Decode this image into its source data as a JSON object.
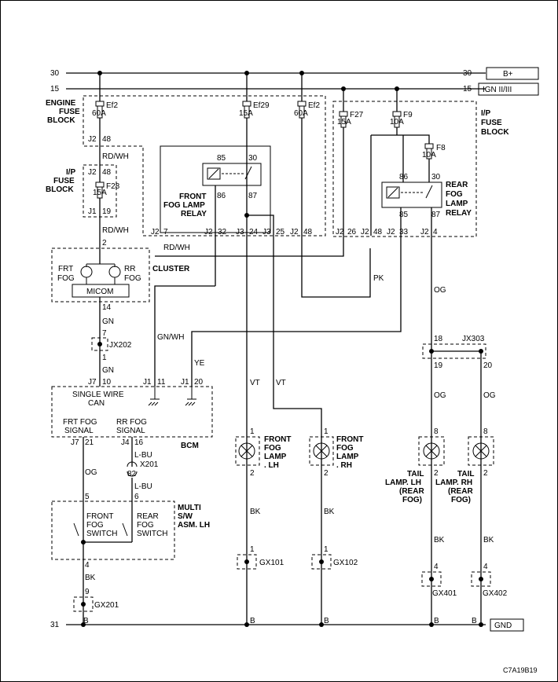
{
  "rails": {
    "r30_left": "30",
    "r30_right": "30",
    "r30_tag": "B+",
    "r15_left": "15",
    "r15_right": "15",
    "r15_tag": "IGN II/III",
    "r31_left": "31",
    "r31_tag": "GND"
  },
  "engine_fuse_block": {
    "title": [
      "ENGINE",
      "FUSE",
      "BLOCK"
    ],
    "ef2a_name": "Ef2",
    "ef2a_amp": "60A",
    "ef29_name": "Ef29",
    "ef29_amp": "15A",
    "ef2b_name": "Ef2",
    "ef2b_amp": "60A",
    "conn_j2": "J2",
    "conn_48": "48"
  },
  "ip_fuse_block_left": {
    "title": [
      "I/P",
      "FUSE",
      "BLOCK"
    ],
    "top_j2": "J2",
    "top_48": "48",
    "f28_name": "F28",
    "f28_amp": "15A",
    "bot_j1": "J1",
    "bot_19": "19"
  },
  "ip_fuse_block_right": {
    "title": [
      "I/P",
      "FUSE",
      "BLOCK"
    ],
    "f27_name": "F27",
    "f27_amp": "15A",
    "f9_name": "F9",
    "f9_amp": "10A",
    "f8_name": "F8",
    "f8_amp": "10A"
  },
  "front_relay": {
    "title": [
      "FRONT",
      "FOG LAMP",
      "RELAY"
    ],
    "p85": "85",
    "p30": "30",
    "p86": "86",
    "p87": "87"
  },
  "rear_relay": {
    "title": [
      "REAR",
      "FOG",
      "LAMP",
      "RELAY"
    ],
    "p86": "86",
    "p30": "30",
    "p85": "85",
    "p87": "87"
  },
  "bottom_connectors": {
    "j2_7_a": "J2",
    "j2_7_b": "7",
    "j2_32_a": "J2",
    "j2_32_b": "32",
    "j3_24_a": "J3",
    "j3_24_b": "24",
    "j3_25_a": "J3",
    "j3_25_b": "25",
    "j2_48_a": "J2",
    "j2_48_b": "48",
    "j2_26_a": "J2",
    "j2_26_b": "26",
    "j2_48r_a": "J2",
    "j2_48r_b": "48",
    "j2_33_a": "J2",
    "j2_33_b": "33",
    "j2_4_a": "J2",
    "j2_4_b": "4"
  },
  "wires": {
    "rdwh_1": "RD/WH",
    "rdwh_2": "RD/WH",
    "rdwh_3": "RD/WH",
    "gn_1": "GN",
    "gn_2": "GN",
    "gnwh": "GN/WH",
    "ye": "YE",
    "pk": "PK",
    "vt_1": "VT",
    "vt_2": "VT",
    "og_1": "OG",
    "og_2": "OG",
    "og_3": "OG",
    "og_4": "OG",
    "lbu_1": "L-BU",
    "lbu_2": "L-BU",
    "bk_1": "BK",
    "bk_2": "BK",
    "bk_3": "BK",
    "bk_4": "BK",
    "bk_5": "BK"
  },
  "cluster": {
    "title": "CLUSTER",
    "frt": "FRT",
    "fog_l": "FOG",
    "rr": "RR",
    "fog_r": "FOG",
    "micom": "MICOM",
    "pin2": "2",
    "pin14": "14"
  },
  "jx202": {
    "name": "JX202",
    "pin7": "7",
    "pin1": "1"
  },
  "bcm": {
    "title": "BCM",
    "can_1": "SINGLE WIRE",
    "can_2": "CAN",
    "j7_10_a": "J7",
    "j7_10_b": "10",
    "j1_11_a": "J1",
    "j1_11_b": "11",
    "j1_20_a": "J1",
    "j1_20_b": "20",
    "frt_sig_1": "FRT FOG",
    "frt_sig_2": "SIGNAL",
    "rr_sig_1": "RR FOG",
    "rr_sig_2": "SIGNAL",
    "j7_21_a": "J7",
    "j7_21_b": "21",
    "j4_16_a": "J4",
    "j4_16_b": "16"
  },
  "x201": {
    "pin": "82",
    "name": "X201"
  },
  "multi_switch": {
    "title": [
      "MULTI",
      "S/W",
      "ASM. LH"
    ],
    "pin5": "5",
    "pin6": "6",
    "pin4": "4",
    "frt_1": "FRONT",
    "frt_2": "FOG",
    "frt_3": "SWITCH",
    "rear_1": "REAR",
    "rear_2": "FOG",
    "rear_3": "SWITCH"
  },
  "gx201": {
    "name": "GX201",
    "pin": "9"
  },
  "lamps": {
    "front_lh": {
      "title": [
        "FRONT",
        "FOG",
        "LAMP",
        ". LH"
      ],
      "pin_top": "1",
      "pin_bot": "2"
    },
    "front_rh": {
      "title": [
        "FRONT",
        "FOG",
        "LAMP",
        ". RH"
      ],
      "pin_top": "1",
      "pin_bot": "2"
    },
    "tail_lh": {
      "title": [
        "TAIL",
        "LAMP. LH",
        "(REAR",
        "FOG)"
      ],
      "pin_top": "8",
      "pin_bot": "2"
    },
    "tail_rh": {
      "title": [
        "TAIL",
        "LAMP. RH",
        "(REAR",
        "FOG)"
      ],
      "pin_top": "8",
      "pin_bot": "2"
    }
  },
  "jx303": {
    "name": "JX303",
    "pin18": "18",
    "pin19": "19",
    "pin20": "20"
  },
  "grounds": {
    "gx101": {
      "name": "GX101",
      "pin": "1"
    },
    "gx102": {
      "name": "GX102",
      "pin": "1"
    },
    "gx401": {
      "name": "GX401",
      "pin": "4"
    },
    "gx402": {
      "name": "GX402",
      "pin": "4"
    }
  },
  "ground_labels": {
    "b1": "B",
    "b2": "B",
    "b3": "B",
    "b4": "B",
    "b5": "B"
  },
  "figure_id": "C7A19B19"
}
